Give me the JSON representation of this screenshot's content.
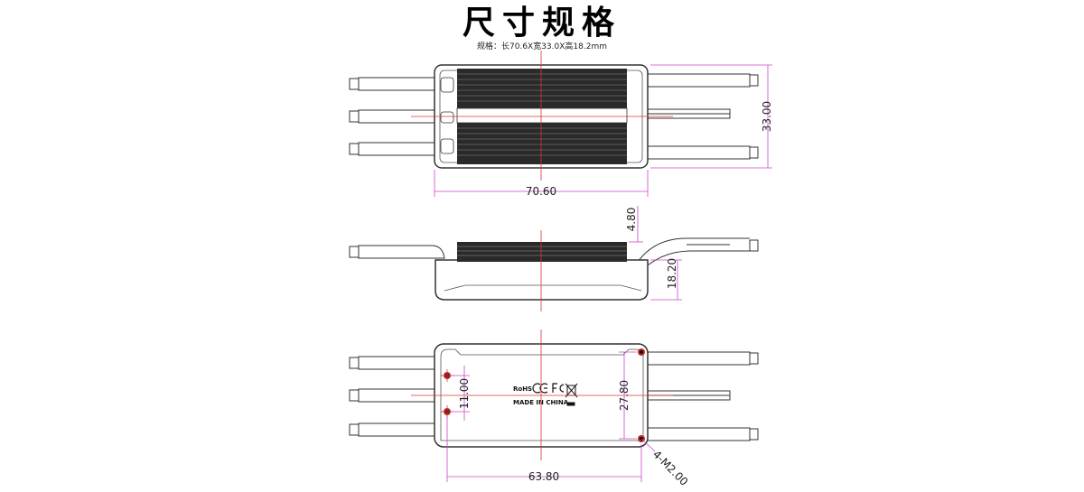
{
  "title": "尺寸规格",
  "subtitle": "规格：长70.6X宽33.0X高18.2mm",
  "dimensions": {
    "top_length": "70.60",
    "top_width": "33.00",
    "side_top": "4.80",
    "side_height": "18.20",
    "hole_spacing_short": "11.00",
    "hole_spacing_long": "27.80",
    "hole_pitch_length": "63.80",
    "screw_holes": "4-M2.00"
  },
  "markings": {
    "rohs": "RoHS",
    "made_in": "MADE IN CHINA"
  },
  "colors": {
    "outline": "#333333",
    "dimension_line": "#cc44cc",
    "center_line": "#e03030",
    "heatsink": "#2a2a2a"
  }
}
